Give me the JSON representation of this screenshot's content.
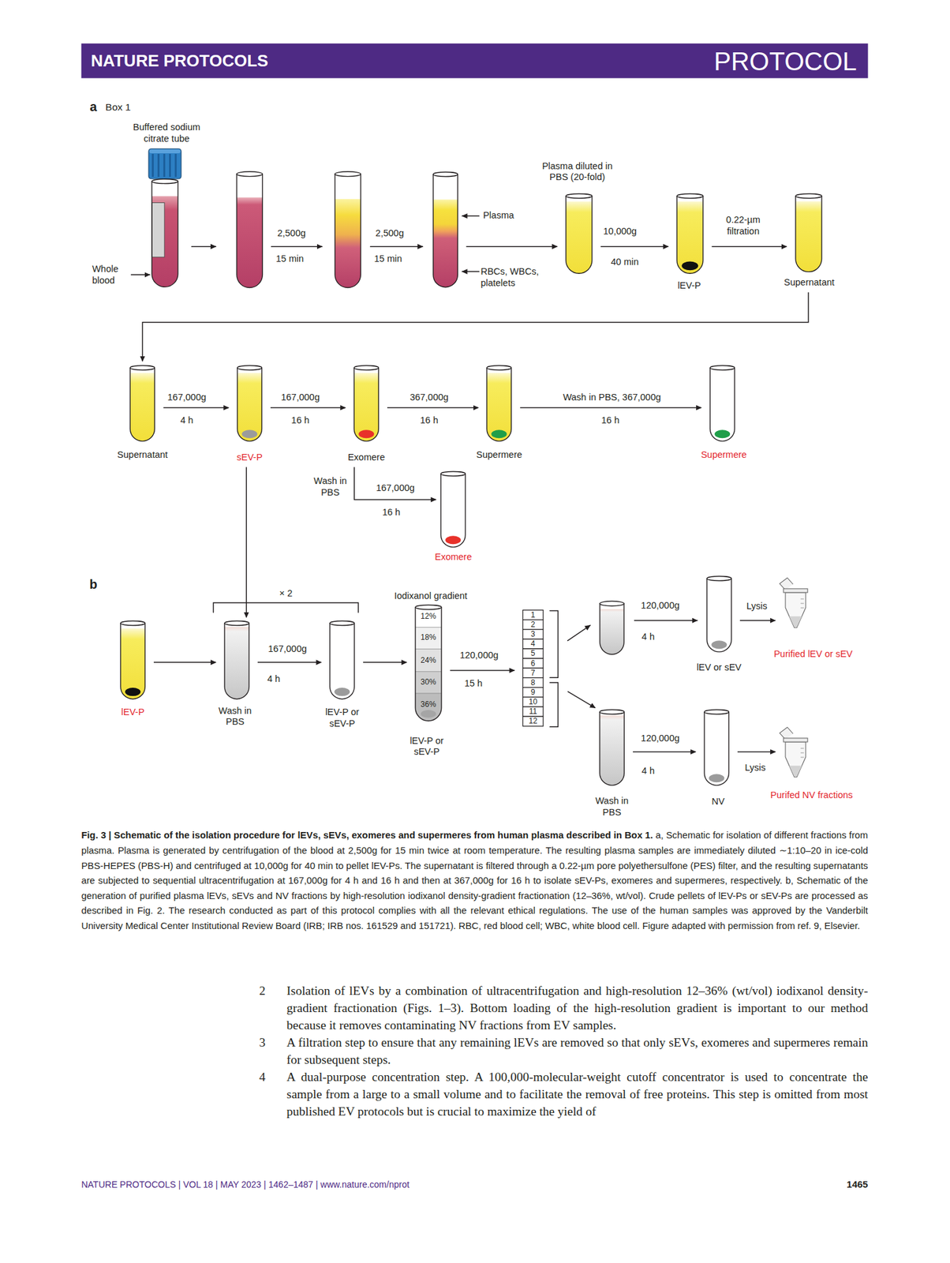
{
  "diagram": {
    "caption": "a, Schematic for isolation of different fractions from plasma. Plasma is generated by centrifugation of the blood at 2,500g for 15 min twice at room temperature. The resulting plasma samples are immediately diluted ∼1:10–20 in ice-cold PBS-HEPES (PBS-H) and centrifuged at 10,000g for 40 min to pellet lEV-Ps. The supernatant is filtered through a 0.22-µm pore polyethersulfone (PES) filter, and the resulting supernatants are subjected to sequential ultracentrifugation at 167,000g for 4 h and 16 h and then at 367,000g for 16 h to isolate sEV-Ps, exomeres and supermeres, respectively. b, Schematic of the generation of purified plasma lEVs, sEVs and NV fractions by high-resolution iodixanol density-gradient fractionation (12–36%, wt/vol). Crude pellets of lEV-Ps or sEV-Ps are processed as described in Fig. 2. The research conducted as part of this protocol complies with all the relevant ethical regulations. The use of the human samples was approved by the Vanderbilt University Medical Center Institutional Review Board (IRB; IRB nos. 161529 and 151721). RBC, red blood cell; WBC, white blood cell. Figure adapted with permission from ref. 9, Elsevier.",
    "nodes": [
      {
        "text": [
          "Buffered sodium citrate tube"
        ]
      },
      {
        "text": [
          "Plasma",
          "RBCs, WBCs, platelets"
        ]
      },
      {
        "text": [
          "Plasma diluted in PBS (20-fold)"
        ]
      },
      {
        "text": [
          "lEV-P"
        ]
      },
      {
        "text": [
          "Supernatant"
        ]
      },
      {
        "text": [
          "Supernatant"
        ]
      },
      {
        "text": [
          "sEV-P"
        ]
      },
      {
        "text": [
          "Exomere"
        ]
      },
      {
        "text": [
          "Supermere"
        ]
      },
      {
        "text": [
          "Supermere"
        ]
      },
      {
        "text": [
          "Exomere"
        ]
      },
      {
        "text": [
          "lEV-P"
        ]
      },
      {
        "text": [
          "Wash in PBS"
        ]
      },
      {
        "text": [
          "lEV-P or sEV-P"
        ]
      },
      {
        "text": [
          "Iodixanol gradient",
          "12%",
          "18%",
          "24%",
          "30%",
          "36%",
          "lEV-P or sEV-P"
        ]
      },
      {
        "text": [
          "1",
          "2",
          "3",
          "4",
          "5",
          "6",
          "7",
          "8",
          "9",
          "10",
          "11",
          "12"
        ]
      },
      {
        "text": [
          "lEV or sEV"
        ]
      },
      {
        "text": [
          "Purified lEV or sEV"
        ]
      },
      {
        "text": [
          "Wash in PBS"
        ]
      },
      {
        "text": [
          "NV"
        ]
      },
      {
        "text": [
          "Purifed NV fractions"
        ]
      }
    ],
    "edges": [
      {
        "from": 1,
        "to": 2,
        "arrow": "to"
      },
      {
        "from": 2,
        "to": 3,
        "label": "10,000g",
        "arrow": "to"
      },
      {
        "from": 3,
        "to": 4,
        "label": "0.22-µm filtration",
        "arrow": "to"
      },
      {
        "from": 4,
        "to": 5,
        "arrow": "to"
      },
      {
        "from": 5,
        "to": 6,
        "label": "167,000g",
        "arrow": "to"
      },
      {
        "from": 6,
        "to": 7,
        "label": "167,000g",
        "arrow": "to"
      },
      {
        "from": 7,
        "to": 8,
        "label": "367,000g",
        "arrow": "to"
      },
      {
        "from": 8,
        "to": 9,
        "label": "Wash in PBS, 367,000g",
        "arrow": "to"
      },
      {
        "from": 7,
        "to": 10,
        "label": "167,000g",
        "arrow": "to"
      },
      {
        "from": 6,
        "to": 12,
        "arrow": "to"
      },
      {
        "from": 11,
        "to": 12,
        "arrow": "to"
      },
      {
        "from": 12,
        "to": 13,
        "label": "167,000g",
        "arrow": "to"
      },
      {
        "from": 13,
        "to": 14,
        "arrow": "to"
      },
      {
        "from": 14,
        "to": 15,
        "label": "120,000g",
        "arrow": "to"
      },
      {
        "from": 15,
        "to": 18,
        "arrow": "to"
      },
      {
        "from": 18,
        "to": 19,
        "label": "120,000g",
        "arrow": "to"
      },
      {
        "from": 19,
        "to": 20,
        "label": "Lysis",
        "arrow": "to"
      },
      {
        "from": 16,
        "to": 17,
        "label": "Lysis",
        "arrow": "to"
      }
    ],
    "labels": [
      "NATURE PROTOCOLS",
      "PROTOCOL",
      "a",
      "Box 1",
      "Whole blood",
      "2,500g",
      "15 min",
      "2,500g",
      "15 min",
      "40 min",
      "4 h",
      "16 h",
      "16 h",
      "16 h",
      "Wash in PBS",
      "16 h",
      "b",
      "× 2",
      "4 h",
      "15 h",
      "120,000g",
      "4 h",
      "4 h",
      "Fig. 3 | Schematic of the isolation procedure for lEVs, sEVs, exomeres and supermeres from human plasma described in Box 1.",
      "2",
      "Isolation of lEVs by a combination of ultracentrifugation and high-resolution 12–36% (wt/vol) iodixanol density-gradient fractionation (Figs. 1–3). Bottom loading of the high-resolution gradient is important to our method because it removes contaminating NV fractions from EV samples.",
      "3",
      "A filtration step to ensure that any remaining lEVs are removed so that only sEVs, exomeres and supermeres remain for subsequent steps.",
      "4",
      "A dual-purpose concentration step. A 100,000-molecular-weight cutoff concentrator is used to concentrate the sample from a large to a small volume and to facilitate the removal of free proteins. This step is omitted from most published EV protocols but is crucial to maximize the yield of",
      "NATURE PROTOCOLS | VOL 18 | MAY 2023 | 1462–1487 | www.nature.com/nprot",
      "1465"
    ]
  }
}
